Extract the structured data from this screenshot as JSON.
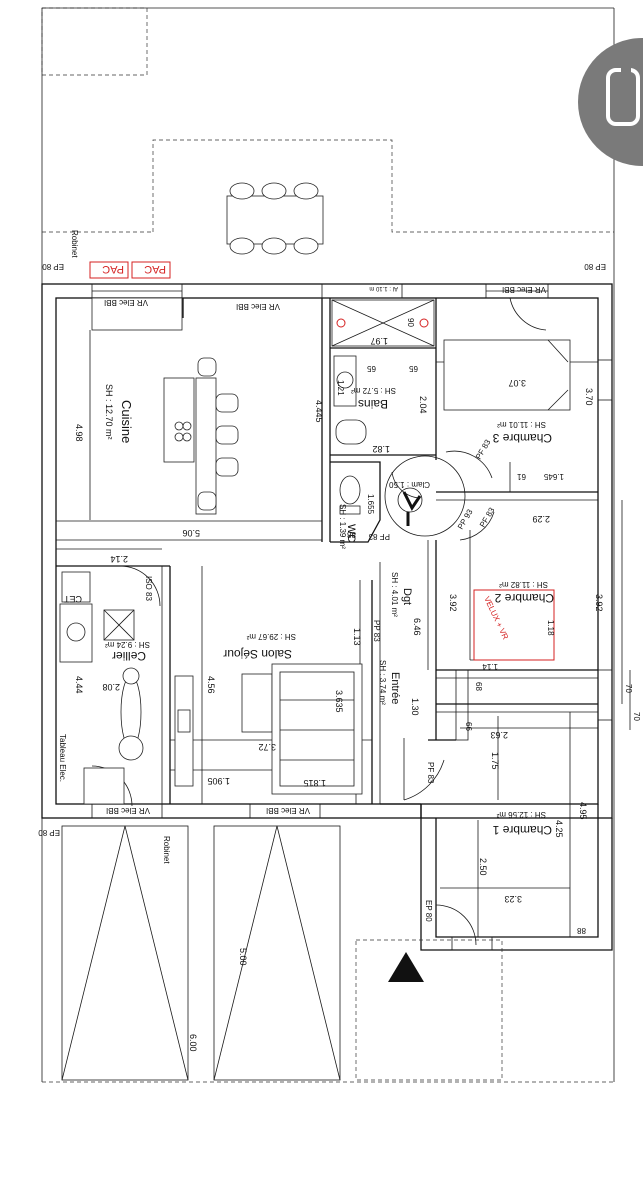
{
  "plan": {
    "rooms": {
      "cuisine": {
        "name": "Cuisine",
        "area": "SH : 12.70 m²"
      },
      "bains": {
        "name": "Bains",
        "area": "SH : 5.72 m²"
      },
      "chambre3": {
        "name": "Chambre 3",
        "area": "SH : 11.01 m²"
      },
      "wc": {
        "name": "WC",
        "area": "SH : 1.39 m²"
      },
      "chambre2": {
        "name": "Chambre 2",
        "area": "SH : 11.82 m²"
      },
      "dgt": {
        "name": "Dgt",
        "area": "SH : 4.01 m²"
      },
      "salon": {
        "name": "Salon Séjour",
        "area": "SH : 29.67 m²"
      },
      "cellier": {
        "name": "Cellier",
        "area": "SH : 9.24 m²"
      },
      "entree": {
        "name": "Entrée",
        "area": "SH : 3.74 m²"
      },
      "chambre1": {
        "name": "Chambre 1",
        "area": "SH : 12.56 m²"
      }
    },
    "labels": {
      "robinet_top": "Robinet",
      "robinet_bottom": "Robinet",
      "pac1": "PAC",
      "pac2": "PAC",
      "ep80_top_left": "EP 80",
      "ep80_top_right": "EP 80",
      "ep80_bottom_left": "EP 80",
      "ep80_bottom_right": "EP 80",
      "vr_top_left": "VR Elec BBI",
      "vr_top_mid": "VR Elec BBI",
      "vr_top_right": "VR Elec BBI",
      "vr_bottom_left": "VR Elec BBI",
      "vr_bottom_mid": "VR Elec BBI",
      "al_top": "Al : 1.10 m",
      "iso83": "ISO 83",
      "cet": "CET",
      "tableau": "Tableau Elec.",
      "velux": "VELUX + VR",
      "pf83_a": "PF 83",
      "pf83_b": "PF 83",
      "pf83_c": "PF 83",
      "pf83_entree": "PF 83",
      "pp83": "PP 83",
      "clam": "Clam : 1.50",
      "pp93": "PP 93"
    },
    "dimensions": {
      "d498": "4.98",
      "d4445": "4.445",
      "d506": "5.06",
      "d214": "2.14",
      "d444": "4.44",
      "d208": "2.08",
      "d456": "4.56",
      "d372": "3.72",
      "d1905": "1.905",
      "d3635": "3.635",
      "d1815": "1.815",
      "d113": "1.13",
      "d646": "6.46",
      "d130": "1.30",
      "d197": "1.97",
      "d90": "90",
      "d65a": "65",
      "d65b": "65",
      "d204": "2.04",
      "d182": "1.82",
      "d121": "1.21",
      "d307": "3.07",
      "d370": "3.70",
      "d61": "61",
      "d1645": "1.645",
      "d229": "2.29",
      "d1655": "1.655",
      "d88a": "88",
      "d392a": "3.92",
      "d392b": "3.92",
      "d118": "1.18",
      "d114": "1.14",
      "d68": "68",
      "d70a": "70",
      "d70b": "70",
      "d66": "66",
      "d263": "2.63",
      "d175": "1.75",
      "d495": "4.95",
      "d425": "4.25",
      "d250": "2.50",
      "d323": "3.23",
      "d88b": "88",
      "d500": "5.00",
      "d600": "6.00"
    }
  }
}
